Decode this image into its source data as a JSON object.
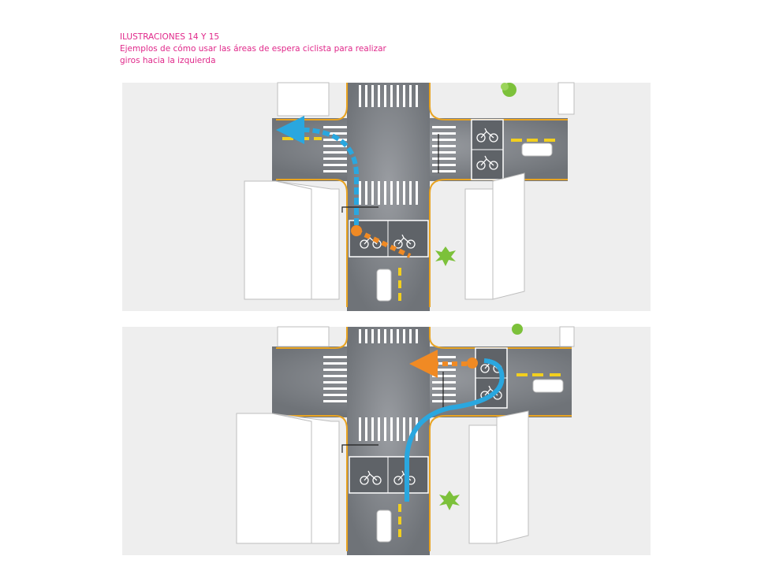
{
  "caption": {
    "title": "ILUSTRACIONES 14 Y 15",
    "line1": "Ejemplos de cómo usar las áreas de espera ciclista para realizar",
    "line2": "giros hacia la izquierda"
  },
  "colors": {
    "caption": "#e0288a",
    "road": "#8a8d92",
    "curb_line": "#e8a321",
    "lane_yellow": "#f2cf1e",
    "bike_path_blue": "#2aa7df",
    "bike_path_orange": "#f08a24",
    "building": "#ffffff",
    "vegetation": "#7cc13a"
  },
  "illustrations": [
    {
      "id": "14",
      "path_order": [
        "orange-approach",
        "blue-turn-left"
      ]
    },
    {
      "id": "15",
      "path_order": [
        "blue-turn-left",
        "orange-exit-left"
      ]
    }
  ]
}
